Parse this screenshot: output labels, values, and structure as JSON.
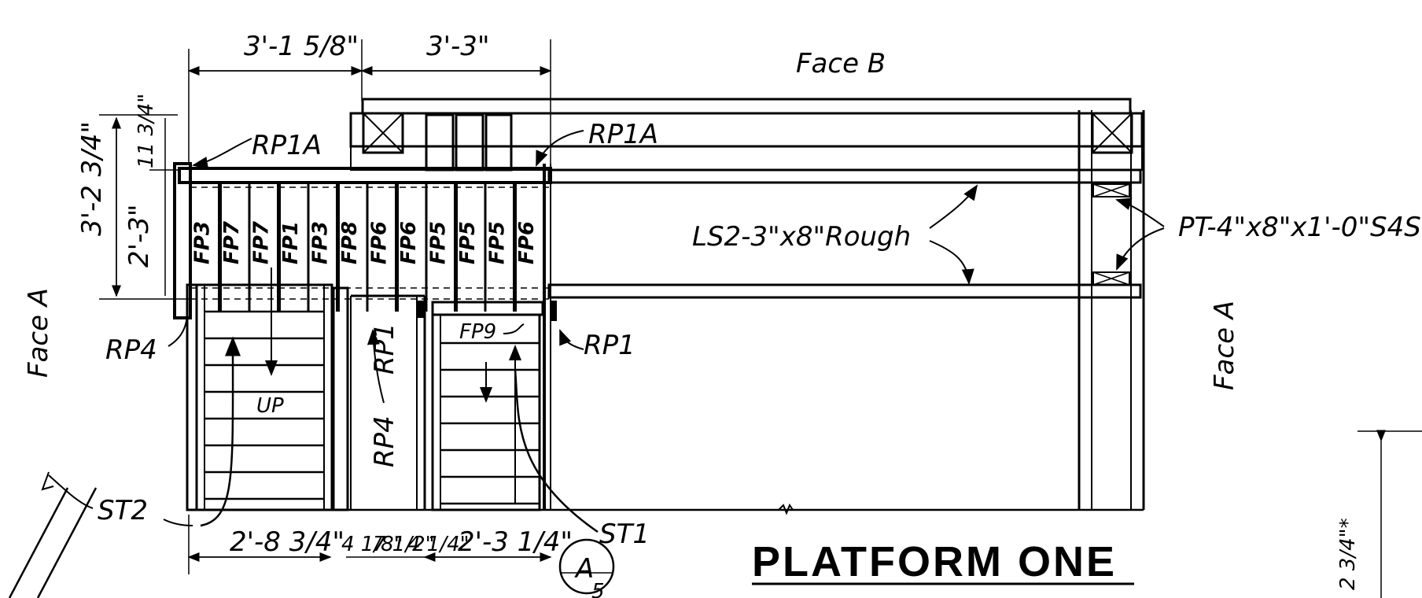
{
  "title": "PLATFORM ONE",
  "faces": {
    "top": "Face B",
    "left": "Face A",
    "right": "Face A"
  },
  "dimensions": {
    "top_left": "3'-1 5/8\"",
    "top_right": "3'-3\"",
    "height_total": "3'-2 3/4\"",
    "height_lower": "2'-3\"",
    "height_upper": "11 3/4\"",
    "bottom_1": "2'-8 3/4\"",
    "bottom_2": "4 1/8\"",
    "bottom_3": "7 1/2\"",
    "bottom_4": "4 1/4\"",
    "bottom_5": "2'-3 1/4\"",
    "right_edge": "2 3/4\"*"
  },
  "callouts": {
    "rp1a_left": "RP1A",
    "rp1a_right": "RP1A",
    "rp4_left": "RP4",
    "rp4_mid": "RP4",
    "rp1_mid": "RP1",
    "rp1_right": "RP1",
    "fp9": "FP9",
    "up": "UP",
    "st1": "ST1",
    "st2": "ST2",
    "ls2": "LS2-3\"x8\"Rough",
    "pt": "PT-4\"x8\"x1'-0\"S4S",
    "section_marker": "A",
    "section_sub": "5"
  },
  "planks": [
    "FP3",
    "FP7",
    "FP7",
    "FP1",
    "FP3",
    "FP8",
    "FP6",
    "FP6",
    "FP5",
    "FP5",
    "FP5",
    "FP6"
  ]
}
